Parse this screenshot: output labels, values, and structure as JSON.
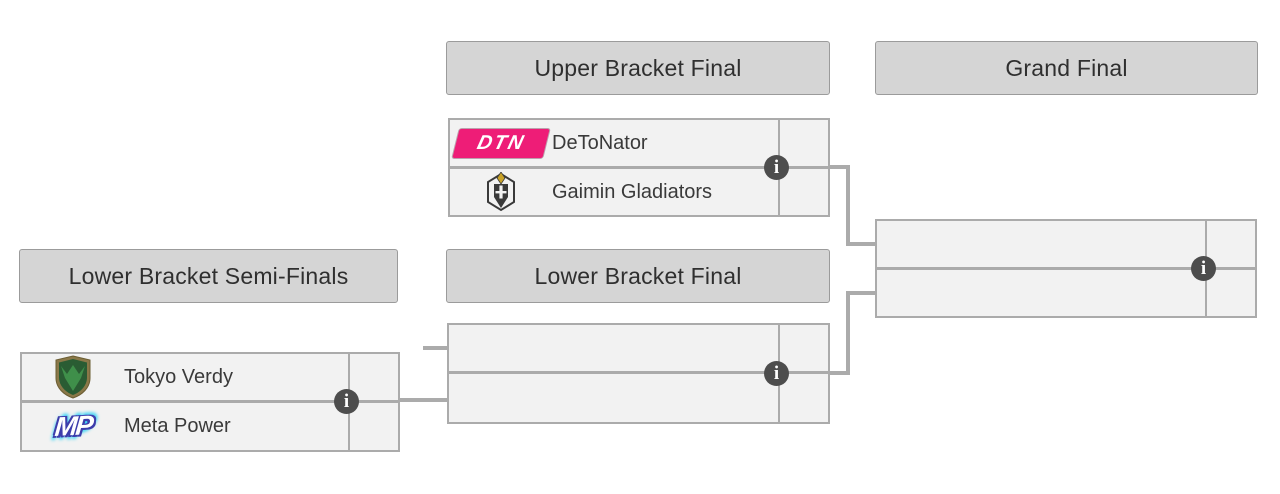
{
  "headers": {
    "upper_final": "Upper Bracket Final",
    "grand_final": "Grand Final",
    "lower_semi": "Lower Bracket Semi-Finals",
    "lower_final": "Lower Bracket Final"
  },
  "matches": {
    "upper_final": {
      "team1": {
        "name": "DeToNator",
        "logo_text": "DTN",
        "logo_name": "detonator-logo",
        "score": ""
      },
      "team2": {
        "name": "Gaimin Gladiators",
        "logo_name": "gaimin-gladiators-logo",
        "score": ""
      }
    },
    "lower_semi": {
      "team1": {
        "name": "Tokyo Verdy",
        "logo_name": "tokyo-verdy-logo",
        "score": ""
      },
      "team2": {
        "name": "Meta Power",
        "logo_text": "MP",
        "logo_name": "meta-power-logo",
        "score": ""
      }
    },
    "lower_final": {
      "team1": {
        "name": "",
        "score": ""
      },
      "team2": {
        "name": "",
        "score": ""
      }
    },
    "grand_final": {
      "team1": {
        "name": "",
        "score": ""
      },
      "team2": {
        "name": "",
        "score": ""
      }
    }
  },
  "info_icon": {
    "glyph": "i"
  },
  "colors": {
    "header_bg": "#d5d5d5",
    "box_bg": "#f2f2f2",
    "line_gray": "#ababab",
    "info_gray": "#4d4d4d",
    "detonator_pink": "#ee1d77",
    "meta_power_blue": "#3d3dab",
    "meta_power_cyan": "#39d3f5",
    "verdy_khaki": "#8a7848",
    "verdy_green": "#2a5c33",
    "verdy_bird_green": "#3f8f4a",
    "gaimin_dark": "#3a3a3a",
    "gaimin_gold": "#c9a227"
  }
}
